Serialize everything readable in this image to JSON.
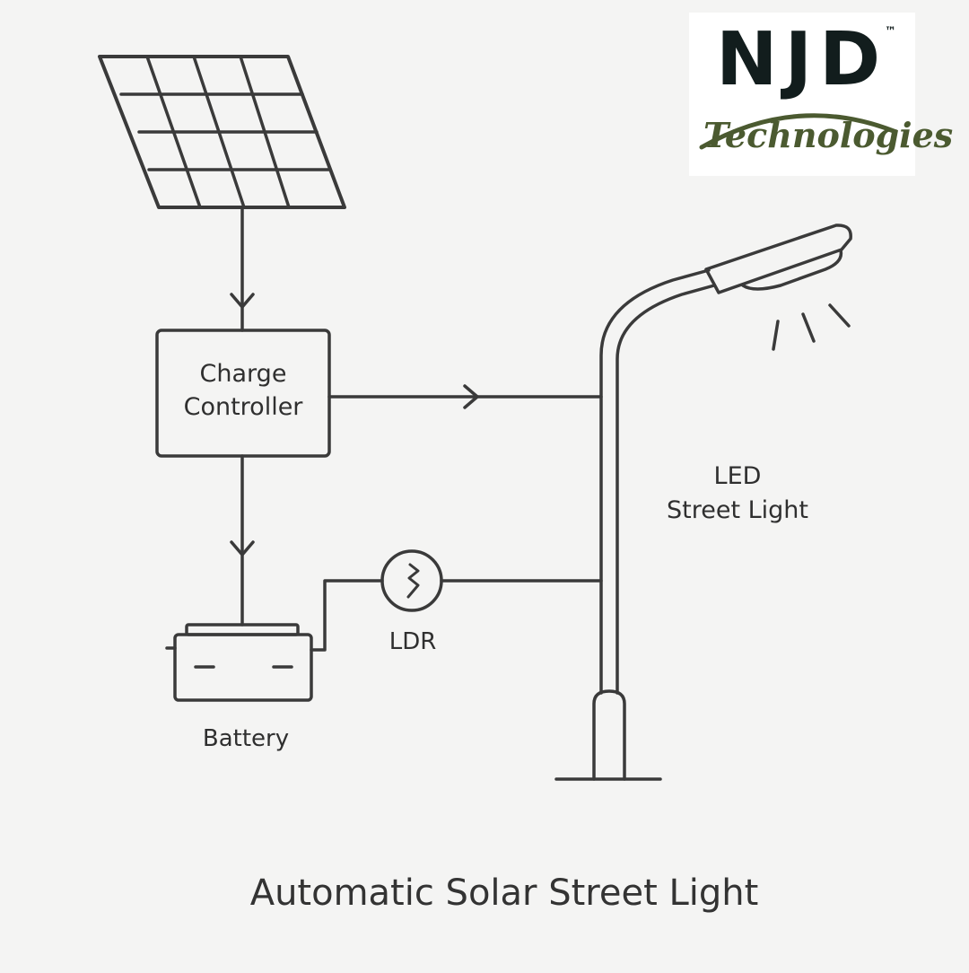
{
  "title": "Automatic Solar Street Light",
  "logo": {
    "main": "NJD",
    "trademark": "™",
    "sub": "Technologies"
  },
  "components": {
    "solar_panel": {
      "label": ""
    },
    "charge_controller": {
      "label_line1": "Charge",
      "label_line2": "Controller"
    },
    "battery": {
      "label": "Battery"
    },
    "ldr": {
      "label": "LDR"
    },
    "street_light": {
      "label_line1": "LED",
      "label_line2": "Street Light"
    }
  },
  "connections": [
    {
      "from": "solar_panel",
      "to": "charge_controller",
      "arrow": true
    },
    {
      "from": "charge_controller",
      "to": "battery",
      "arrow": true
    },
    {
      "from": "charge_controller",
      "to": "street_light",
      "arrow": true
    },
    {
      "from": "battery",
      "to": "ldr",
      "arrow": false
    },
    {
      "from": "ldr",
      "to": "street_light",
      "arrow": false
    }
  ],
  "colors": {
    "background": "#f4f4f3",
    "stroke": "#3a3a3a",
    "logo_dark": "#121d1d",
    "logo_green": "#4b5a30"
  }
}
